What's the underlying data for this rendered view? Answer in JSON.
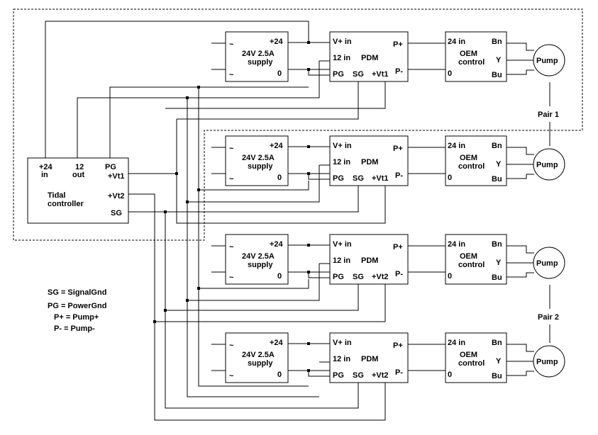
{
  "controller": {
    "pin_24": "+24",
    "pin_in": "in",
    "pin_12": "12",
    "pin_out": "out",
    "pin_pg": "PG",
    "pin_vt1": "+Vt1",
    "pin_vt2": "+Vt2",
    "pin_sg": "SG",
    "name_line1": "Tidal",
    "name_line2": "controller"
  },
  "supply": {
    "tilde": "~",
    "plus24": "+24",
    "zero": "0",
    "line1": "24V 2.5A",
    "line2": "supply"
  },
  "pdm": {
    "vplus": "V+ in",
    "in12": "12 in",
    "name": "PDM",
    "pg": "PG",
    "sg": "SG",
    "pplus": "P+",
    "pminus": "P-",
    "vt_labels": [
      "+Vt1",
      "+Vt1",
      "+Vt2",
      "+Vt2"
    ]
  },
  "oem": {
    "in24": "24 in",
    "zero": "0",
    "line1": "OEM",
    "line2": "control",
    "bn": "Bn",
    "y": "Y",
    "bu": "Bu"
  },
  "pump": {
    "label": "Pump"
  },
  "pairs": {
    "pair1": "Pair 1",
    "pair2": "Pair 2"
  },
  "legend": {
    "sg": "SG = SignalGnd",
    "pg": "PG = PowerGnd",
    "pplus": "P+ = Pump+",
    "pminus": "P- = Pump-"
  }
}
